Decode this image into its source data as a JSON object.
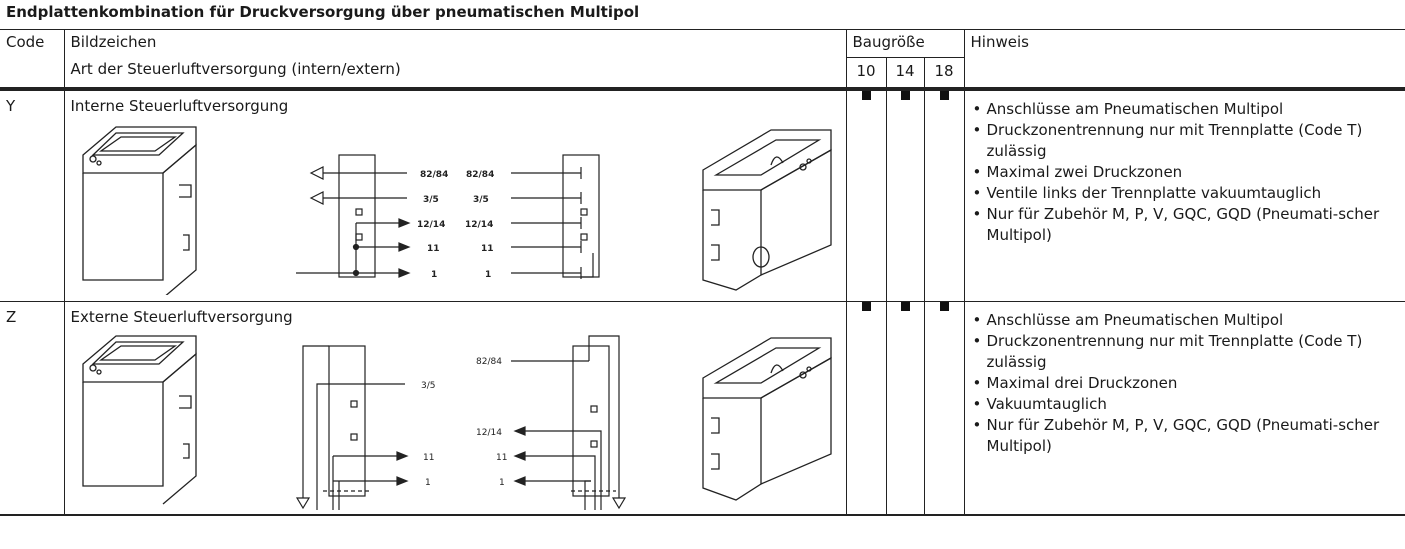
{
  "table": {
    "title": "Endplattenkombination für Druckversorgung über pneumatischen Multipol",
    "headers": {
      "code": "Code",
      "symbol": "Bildzeichen",
      "supply_type": "Art der Steuerluftversorgung (intern/extern)",
      "size": "Baugröße",
      "sizes": [
        "10",
        "14",
        "18"
      ],
      "note": "Hinweis"
    },
    "rows": [
      {
        "code": "Y",
        "description": "Interne Steuerluftversorgung",
        "port_labels_left": [
          "82/84",
          "3/5",
          "12/14",
          "11",
          "1"
        ],
        "port_labels_right": [
          "82/84",
          "3/5",
          "12/14",
          "11",
          "1"
        ],
        "notes": [
          "Anschlüsse am Pneumatischen Multipol",
          "Druckzonentrennung nur mit Trennplatte (Code T) zulässig",
          "Maximal zwei Druckzonen",
          "Ventile links der Trennplatte vakuumtauglich",
          "Nur für Zubehör M, P, V, GQC, GQD (Pneumati-scher Multipol)"
        ]
      },
      {
        "code": "Z",
        "description": "Externe Steuerluftversorgung",
        "port_labels_left": [
          "3/5",
          "11",
          "1"
        ],
        "port_labels_right": [
          "82/84",
          "12/14",
          "11",
          "1"
        ],
        "notes": [
          "Anschlüsse am Pneumatischen Multipol",
          "Druckzonentrennung nur mit Trennplatte (Code T) zulässig",
          "Maximal drei Druckzonen",
          "Vakuumtauglich",
          "Nur für Zubehör M, P, V, GQC, GQD (Pneumati-scher Multipol)"
        ]
      }
    ]
  }
}
